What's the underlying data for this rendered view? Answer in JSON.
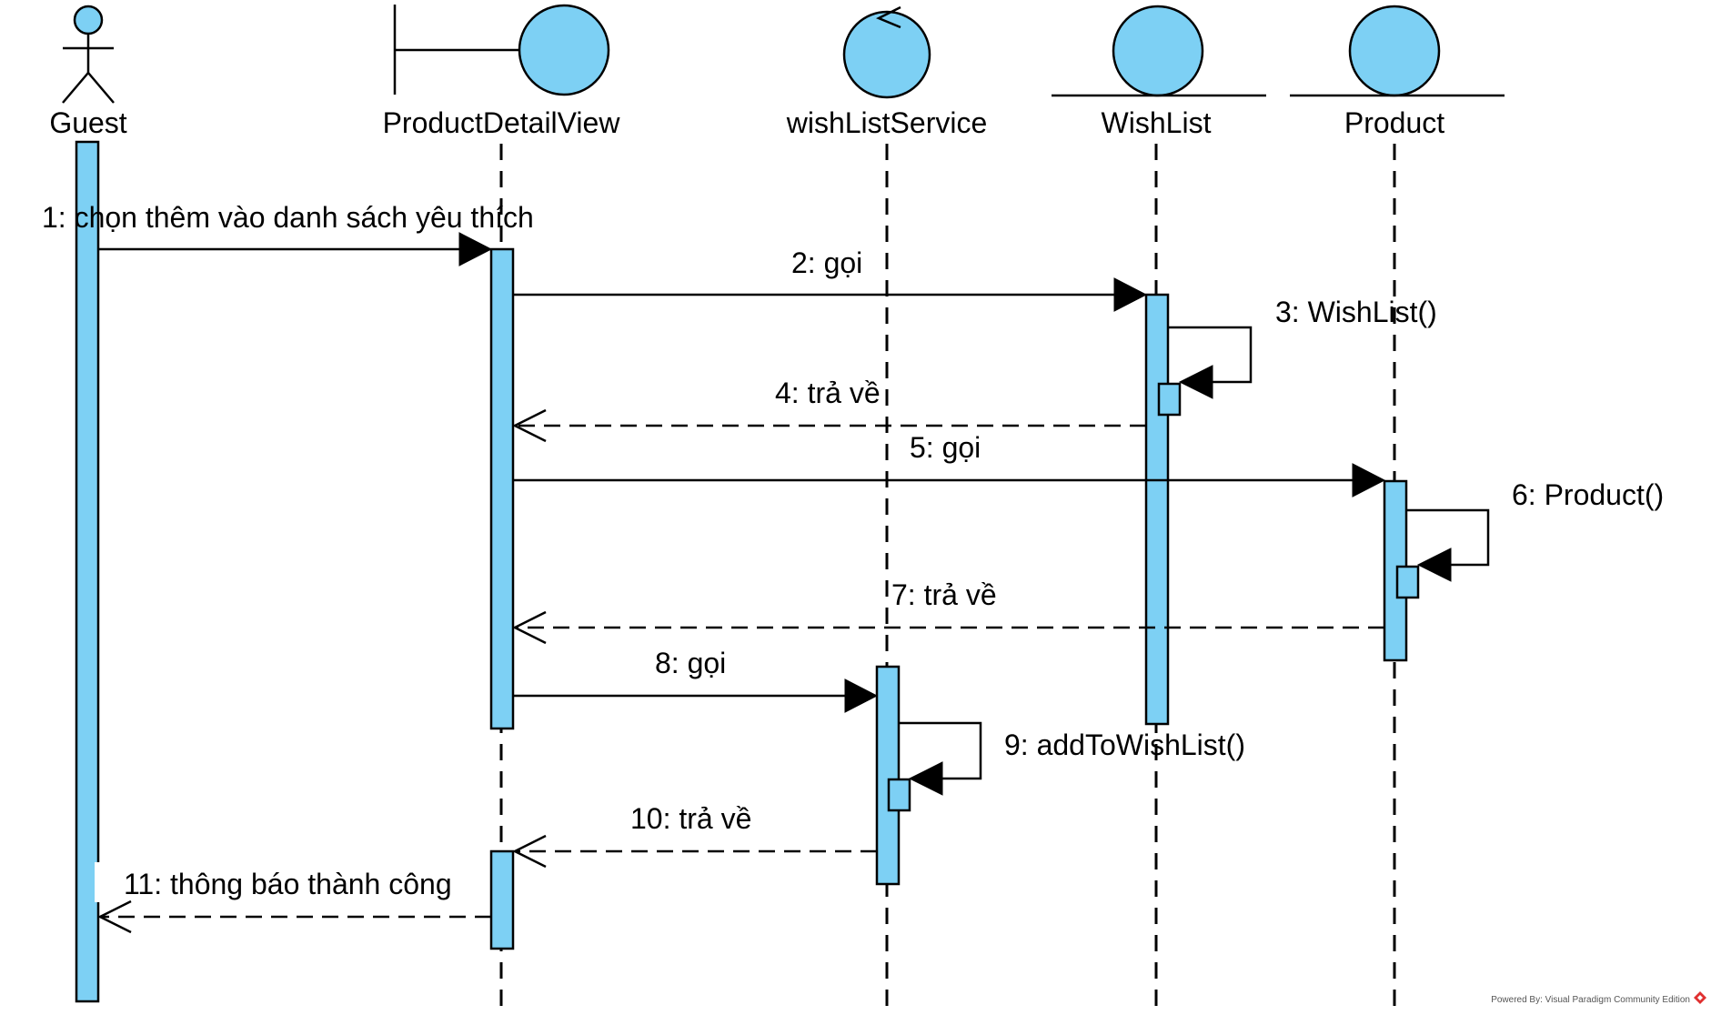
{
  "participants": [
    {
      "id": "guest",
      "name": "Guest",
      "kind": "actor"
    },
    {
      "id": "pdv",
      "name": "ProductDetailView",
      "kind": "boundary"
    },
    {
      "id": "wls",
      "name": "wishListService",
      "kind": "control"
    },
    {
      "id": "wl",
      "name": "WishList",
      "kind": "entity"
    },
    {
      "id": "prod",
      "name": "Product",
      "kind": "entity"
    }
  ],
  "messages": [
    {
      "label": "1: chọn thêm vào danh sách yêu thích",
      "from": "guest",
      "to": "pdv",
      "type": "sync"
    },
    {
      "label": "2: gọi",
      "from": "pdv",
      "to": "wl",
      "type": "sync"
    },
    {
      "label": "3: WishList()",
      "from": "wl",
      "to": "wl",
      "type": "self"
    },
    {
      "label": "4: trả về",
      "from": "wl",
      "to": "pdv",
      "type": "return"
    },
    {
      "label": "5: gọi",
      "from": "pdv",
      "to": "prod",
      "type": "sync"
    },
    {
      "label": "6: Product()",
      "from": "prod",
      "to": "prod",
      "type": "self"
    },
    {
      "label": "7: trả về",
      "from": "prod",
      "to": "pdv",
      "type": "return"
    },
    {
      "label": "8: gọi",
      "from": "pdv",
      "to": "wls",
      "type": "sync"
    },
    {
      "label": "9: addToWishList()",
      "from": "wls",
      "to": "wls",
      "type": "self"
    },
    {
      "label": "10: trả về",
      "from": "wls",
      "to": "pdv",
      "type": "return"
    },
    {
      "label": "11: thông báo thành công",
      "from": "pdv",
      "to": "guest",
      "type": "return"
    }
  ],
  "colors": {
    "activation": "#7dd0f4",
    "line": "#000000"
  },
  "footer": "Powered By: Visual Paradigm Community Edition"
}
